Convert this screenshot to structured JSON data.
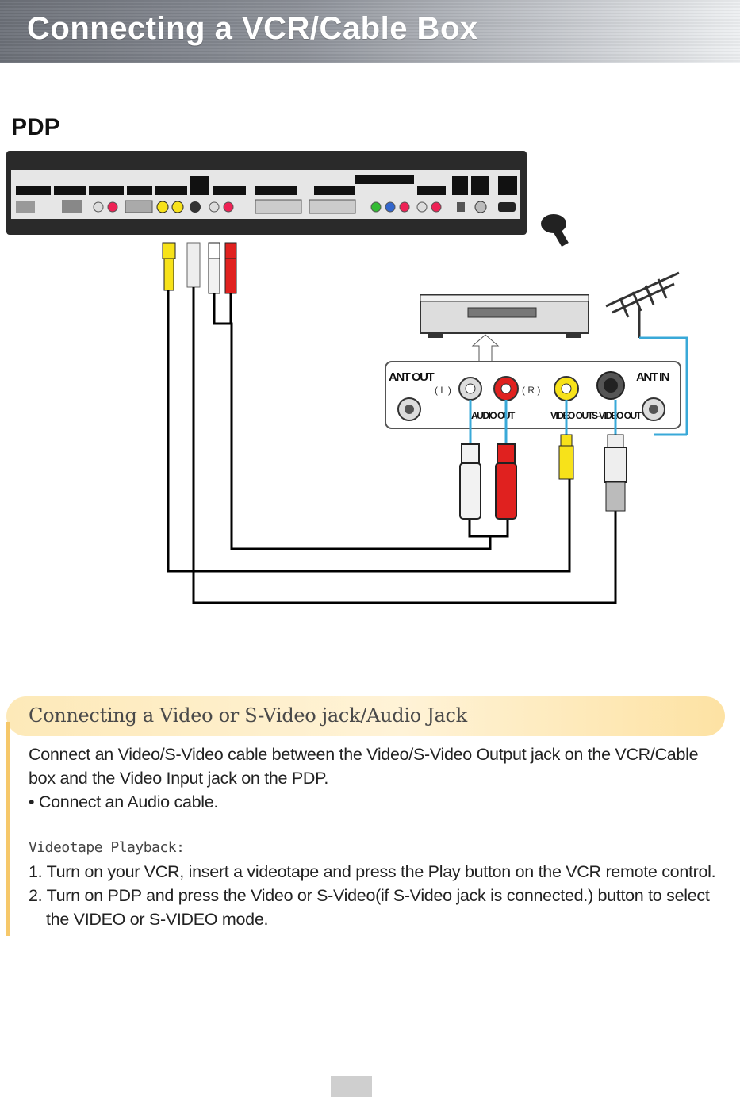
{
  "header": {
    "title": "Connecting a VCR/Cable Box"
  },
  "diagram": {
    "pdp_label": "PDP",
    "vcr_jacks": {
      "ant_out": "ANT OUT",
      "ant_in": "ANT IN",
      "left": "( L )",
      "right": "( R )",
      "audio_out": "AUDIO OUT",
      "video_out": "VIDEO OUT",
      "svideo_out": "S-VIDEO OUT"
    },
    "colors": {
      "yellow": "#f7e21a",
      "red": "#e0211f",
      "white": "#f2f2f2",
      "antenna_cable": "#39a9d8"
    }
  },
  "section": {
    "title": "Connecting a Video or S-Video jack/Audio Jack",
    "line1": "Connect an Video/S-Video cable between the Video/S-Video Output jack on the VCR/Cable",
    "line2": "box and the Video Input jack on the PDP.",
    "bullet": "• Connect an Audio cable.",
    "playback_title": "Videotape Playback:",
    "step1": "1. Turn on your VCR, insert a videotape and press the Play button on the VCR remote control.",
    "step2a": "2. Turn on PDP and press the Video or S-Video(if S-Video jack is connected.) button to select",
    "step2b": "the VIDEO or S-VIDEO mode."
  }
}
